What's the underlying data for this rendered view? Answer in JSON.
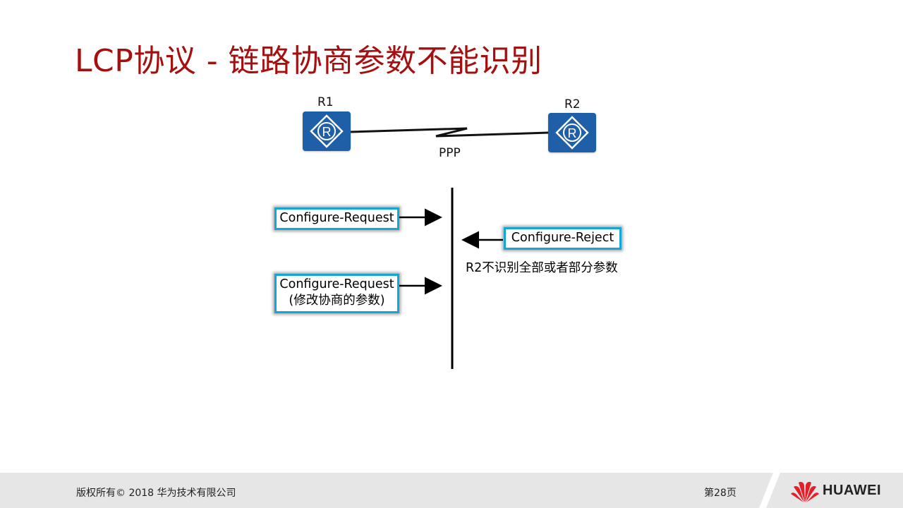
{
  "title": "LCP协议 - 链路协商参数不能识别",
  "topology": {
    "router1_label": "R1",
    "router2_label": "R2",
    "link_label": "PPP",
    "router_color": "#1e5fa7"
  },
  "messages": {
    "request1": "Configure-Request",
    "reject": "Configure-Reject",
    "reject_note": "R2不识别全部或者部分参数",
    "request2_line1": "Configure-Request",
    "request2_line2": "(修改协商的参数)"
  },
  "footer": {
    "copyright": "版权所有© 2018 华为技术有限公司",
    "page": "第28页",
    "brand": "HUAWEI"
  },
  "colors": {
    "title": "#a50f0f",
    "box_border": "#12a6d9",
    "logo_red": "#e3202a"
  }
}
